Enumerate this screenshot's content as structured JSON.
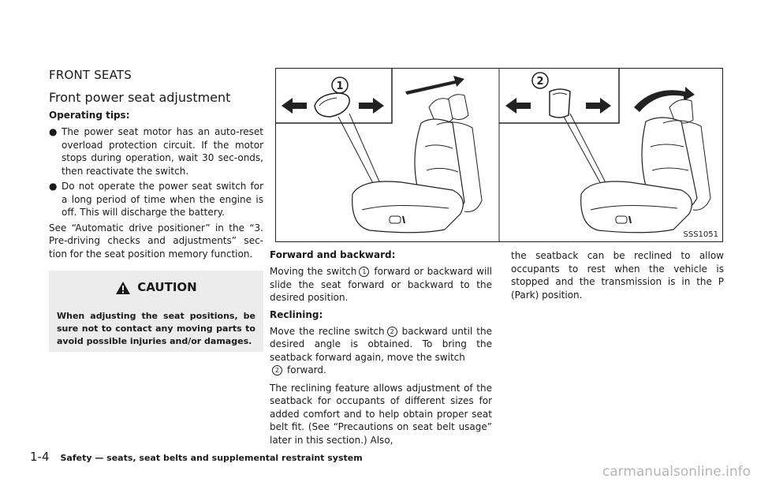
{
  "section_title": "FRONT SEATS",
  "subsection_title": "Front power seat adjustment",
  "operating_tips_label": "Operating tips:",
  "bullets": [
    "The power seat motor has an auto-reset overload protection circuit. If the motor stops during operation, wait 30 sec-onds, then reactivate the switch.",
    "Do not operate the power seat switch for a long period of time when the engine is off. This will discharge the battery."
  ],
  "see_text": "See “Automatic drive positioner” in the “3. Pre-driving checks and adjustments” sec-tion for the seat position memory function.",
  "caution": {
    "title": "CAUTION",
    "text": "When adjusting the seat positions, be sure not to contact any moving parts to avoid possible injuries and/or damages."
  },
  "figure": {
    "code": "SSS1051",
    "callout_1": "1",
    "callout_2": "2"
  },
  "forward_backward": {
    "label": "Forward and backward:",
    "text_before": "Moving the switch",
    "ref": "1",
    "text_after": "forward or backward will slide the seat forward or backward to the desired position."
  },
  "reclining": {
    "label": "Reclining:",
    "text_a": "Move the recline switch",
    "ref_a": "2",
    "text_b": "backward until the desired angle is obtained. To bring the seatback forward again, move the switch",
    "ref_b": "2",
    "text_c": "forward."
  },
  "reclining_feature_col2": "The reclining feature allows adjustment of the seatback for occupants of different sizes for added comfort and to help obtain proper seat belt fit. (See “Precautions on seat belt usage” later in this section.) Also,",
  "reclining_feature_col3": "the seatback can be reclined to allow occupants to rest when the vehicle is stopped and the transmission is in the P (Park) position.",
  "footer": {
    "page": "1-4",
    "title": "Safety — seats, seat belts and supplemental restraint system"
  },
  "watermark": "carmanualsonline.info"
}
